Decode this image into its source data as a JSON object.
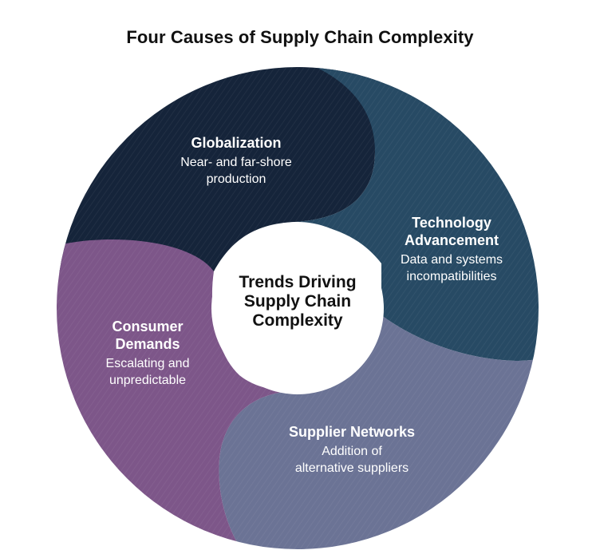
{
  "title": "Four Causes of Supply Chain Complexity",
  "center": {
    "line1": "Trends Driving",
    "line2": "Supply Chain",
    "line3": "Complexity"
  },
  "segments": [
    {
      "key": "globalization",
      "title": "Globalization",
      "desc_line1": "Near- and far-shore",
      "desc_line2": "production",
      "color": "#15243a"
    },
    {
      "key": "technology",
      "title_line1": "Technology",
      "title_line2": "Advancement",
      "desc_line1": "Data and systems",
      "desc_line2": "incompatibilities",
      "color": "#274a64"
    },
    {
      "key": "supplier",
      "title": "Supplier Networks",
      "desc_line1": "Addition of",
      "desc_line2": "alternative suppliers",
      "color": "#6b7395"
    },
    {
      "key": "consumer",
      "title_line1": "Consumer",
      "title_line2": "Demands",
      "desc_line1": "Escalating and",
      "desc_line2": "unpredictable",
      "color": "#7d5689"
    }
  ]
}
